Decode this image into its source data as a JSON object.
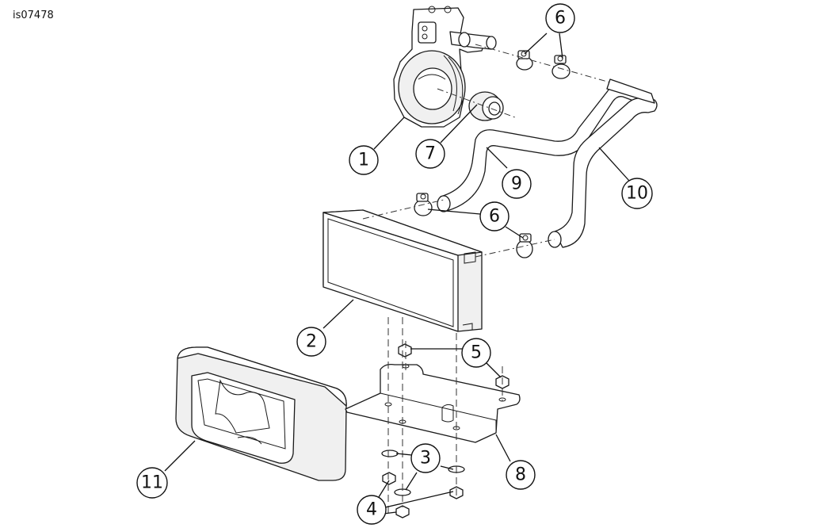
{
  "figure_id": "is07478",
  "callouts": [
    "1",
    "2",
    "3",
    "4",
    "5",
    "6",
    "6",
    "7",
    "8",
    "9",
    "10",
    "11"
  ]
}
